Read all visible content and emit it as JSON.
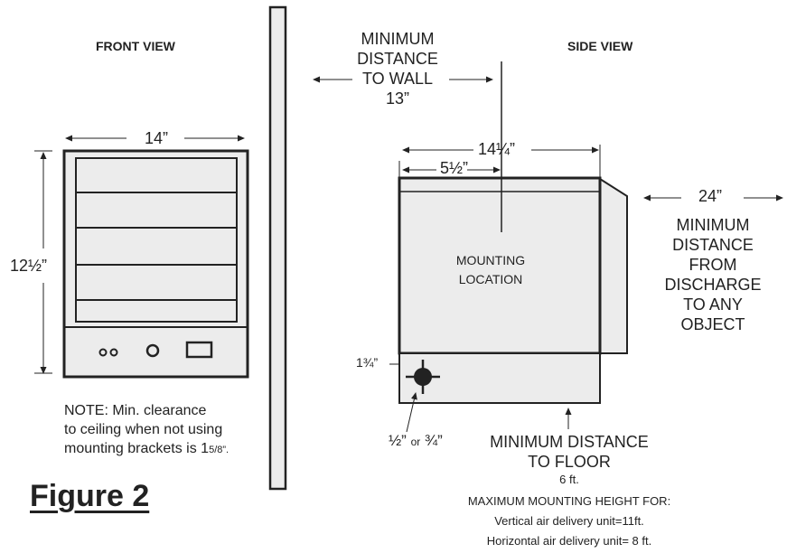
{
  "headers": {
    "front_view": "FRONT VIEW",
    "side_view": "SIDE VIEW"
  },
  "wall_label": {
    "line1": "MINIMUM",
    "line2": "DISTANCE",
    "line3": "TO WALL",
    "value": "13”"
  },
  "front": {
    "width": "14”",
    "height": "12½”"
  },
  "side": {
    "depth": "14¼”",
    "mount_offset": "5½”",
    "mounting_location": [
      "MOUNTING",
      "LOCATION"
    ],
    "conduit_height": "1¾”",
    "knockout_a": "½”",
    "knockout_or": "or",
    "knockout_b": "¾”",
    "discharge_value": "24”",
    "discharge_label": [
      "MINIMUM",
      "DISTANCE",
      "FROM",
      "DISCHARGE",
      "TO ANY",
      "OBJECT"
    ]
  },
  "floor": {
    "line1": "MINIMUM DISTANCE",
    "line2": "TO FLOOR",
    "value": "6 ft."
  },
  "max_height": {
    "title": "MAXIMUM MOUNTING HEIGHT FOR:",
    "vertical": "Vertical air delivery unit=11ft.",
    "horizontal": "Horizontal air delivery unit= 8 ft."
  },
  "note": {
    "line1": "NOTE: Min. clearance",
    "line2": "to ceiling when not using",
    "line3_prefix": "mounting brackets is 1",
    "line3_fraction": "5/8",
    "line3_suffix": "”."
  },
  "figure_label": "Figure 2"
}
